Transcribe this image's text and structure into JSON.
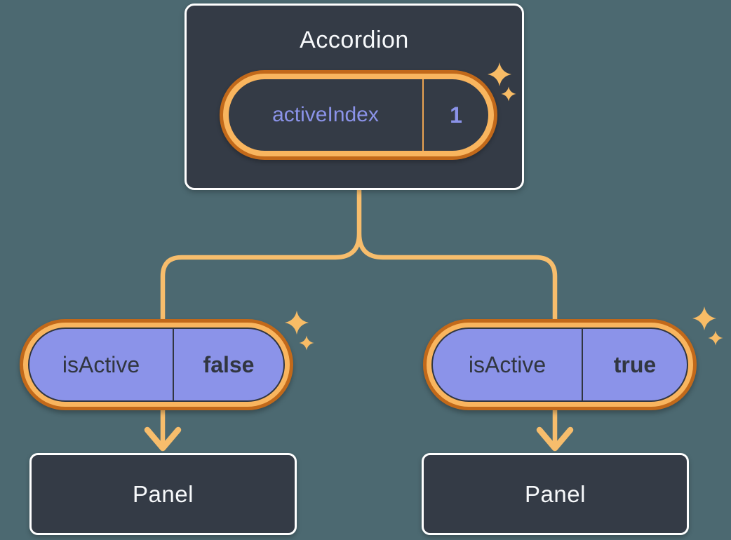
{
  "colors": {
    "page-bg": "#4C6971",
    "card-bg": "#343B46",
    "card-border": "#FFFFFF",
    "text-light": "#F7F9FB",
    "purple": "#8B93E9",
    "ink": "#313640",
    "ring-dark": "#C2691A",
    "ring-light": "#F9B55E",
    "line": "#F7BD6C",
    "sparkle": "#F8BC66",
    "divider-orange": "#ECA452"
  },
  "accordion": {
    "title": "Accordion",
    "state": {
      "name": "activeIndex",
      "value": "1"
    }
  },
  "children": [
    {
      "prop": {
        "name": "isActive",
        "value": "false"
      },
      "panel_label": "Panel"
    },
    {
      "prop": {
        "name": "isActive",
        "value": "true"
      },
      "panel_label": "Panel"
    }
  ]
}
